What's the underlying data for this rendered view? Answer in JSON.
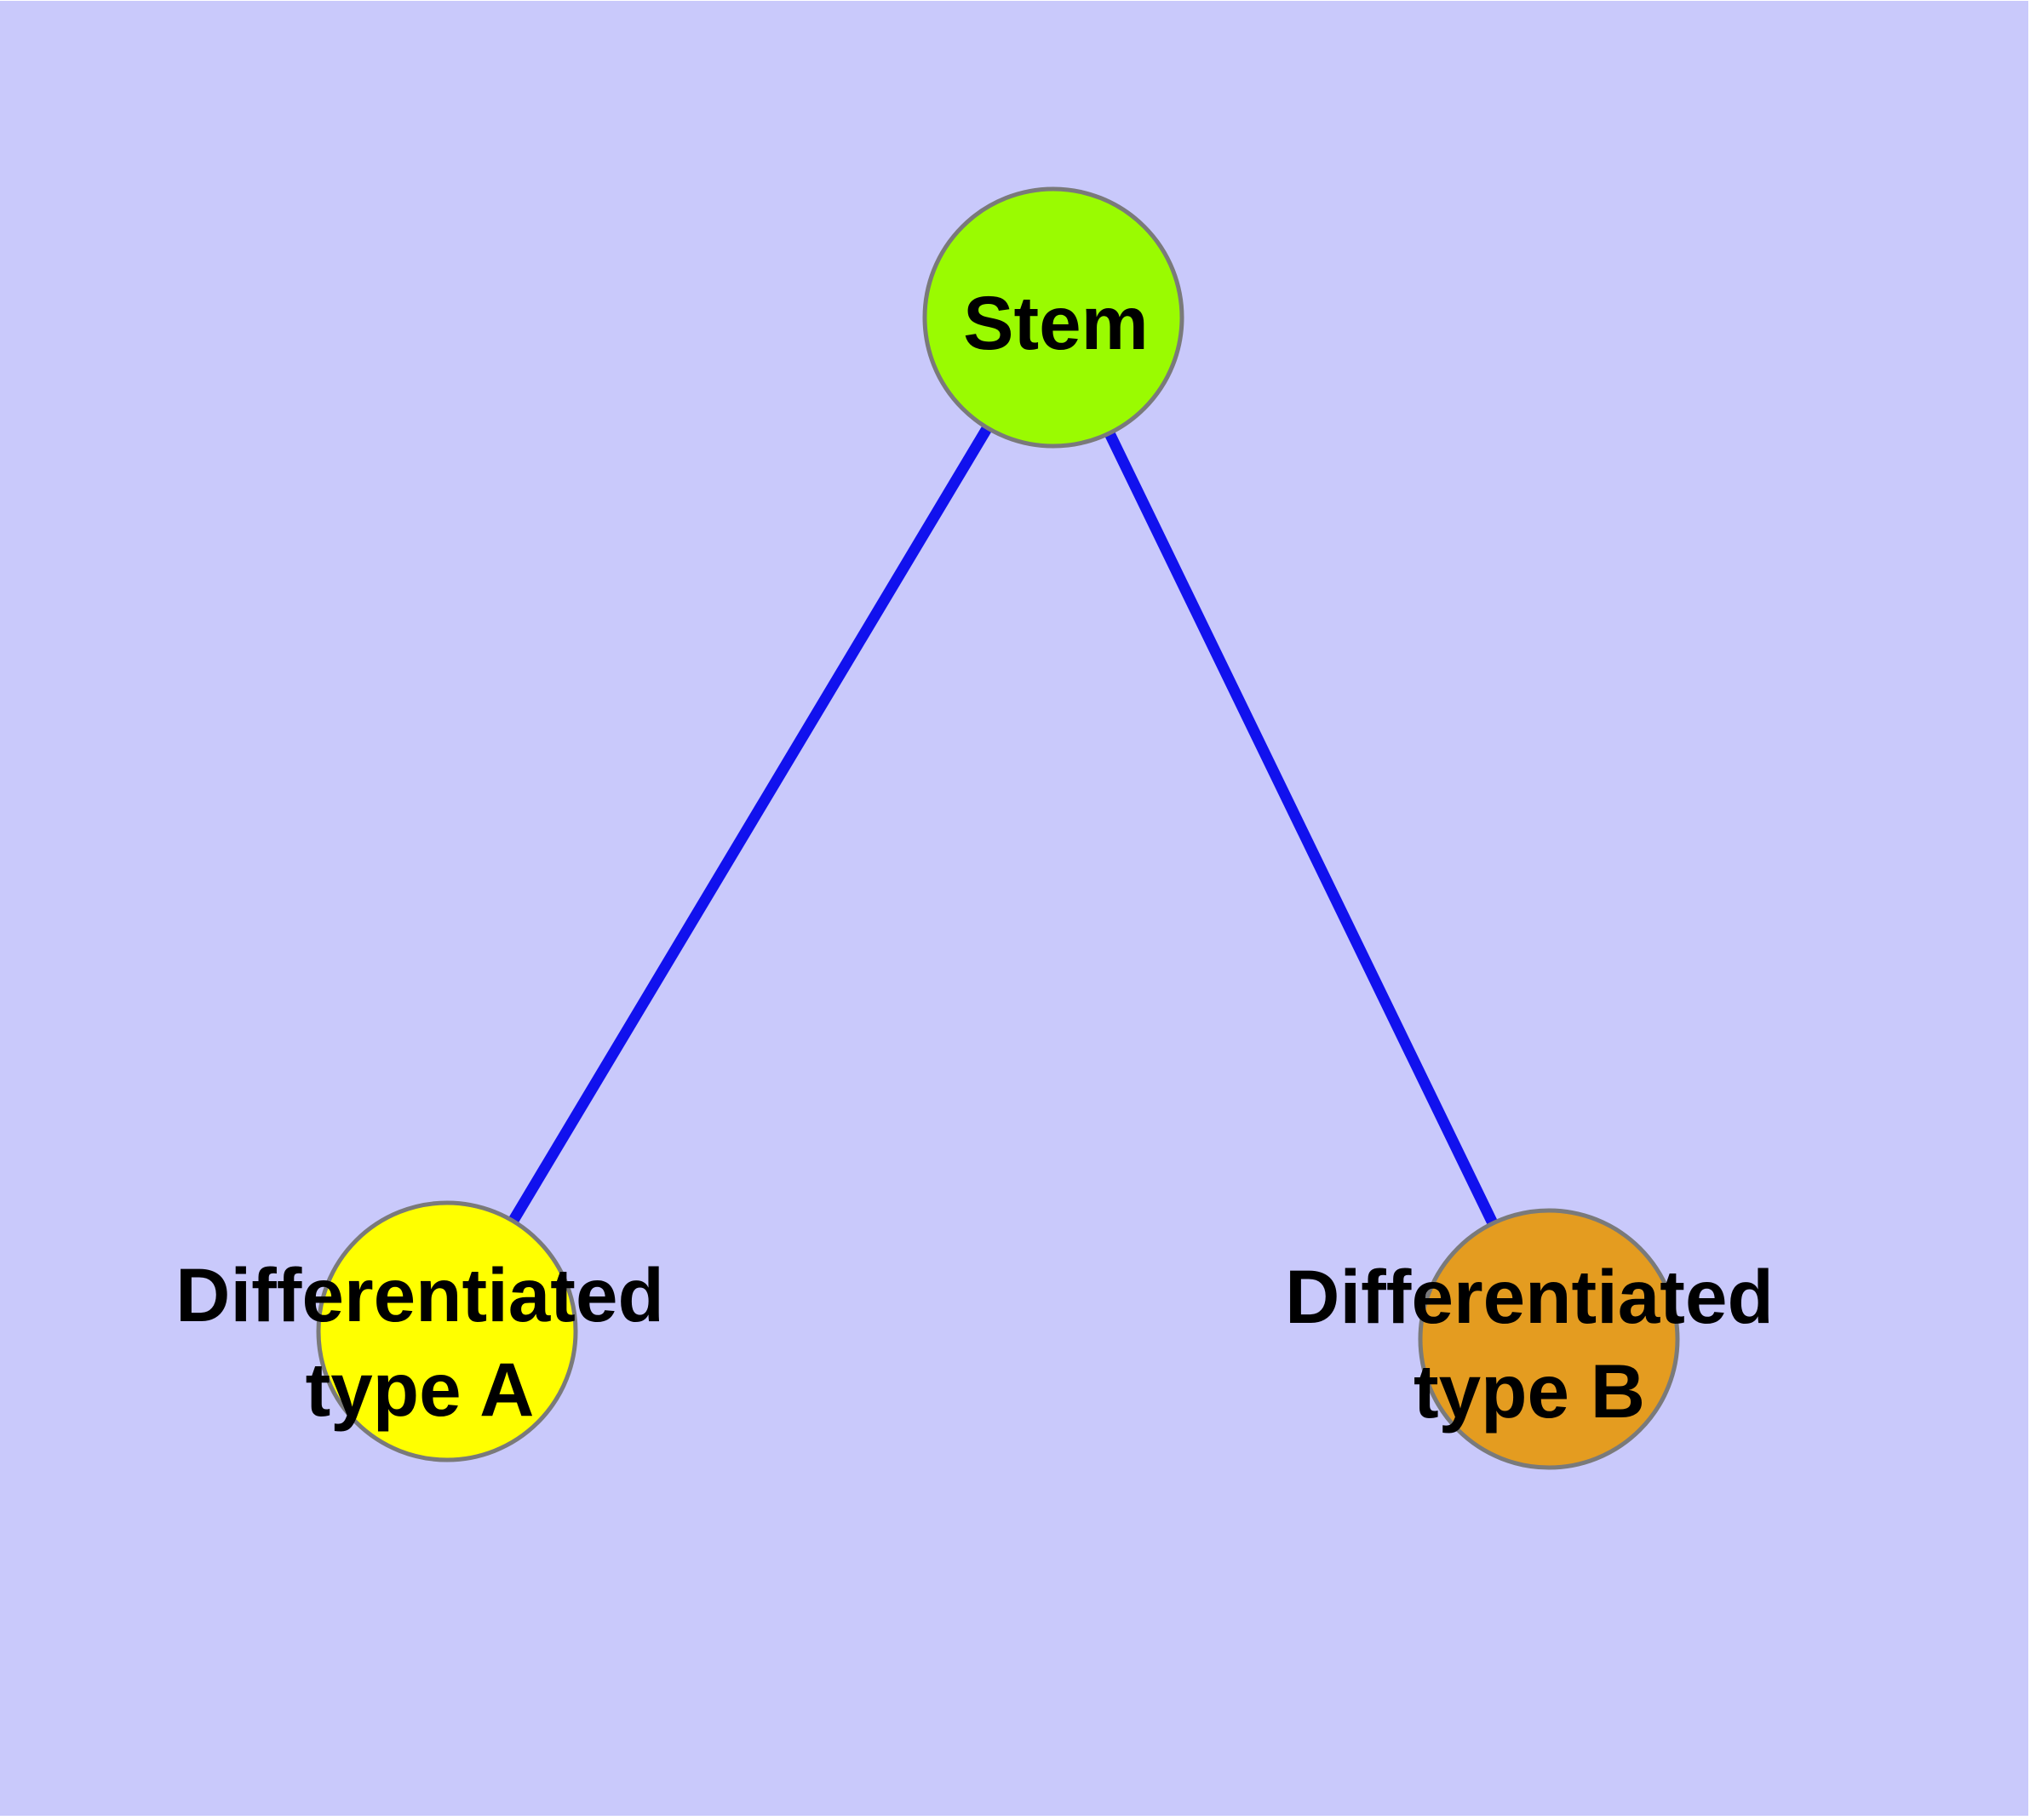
{
  "diagram": {
    "type": "node-link-graph",
    "nodes": [
      {
        "id": "stem",
        "label": "Stem",
        "fill": "#9afb01"
      },
      {
        "id": "differentiated-type-a",
        "label_line1": "Differentiated",
        "label_line2": "type A",
        "fill": "#ffff00"
      },
      {
        "id": "differentiated-type-b",
        "label_line1": "Differentiated",
        "label_line2": "type B",
        "fill": "#e49c20"
      }
    ],
    "edges": [
      {
        "from": "stem",
        "to": "differentiated-type-a"
      },
      {
        "from": "stem",
        "to": "differentiated-type-b"
      }
    ]
  },
  "colors": {
    "background": "#c9c9fb",
    "page_margin": "#ffffff",
    "node_border": "#7a7a7a",
    "edge": "#1111ee",
    "label_text": "#000000"
  }
}
